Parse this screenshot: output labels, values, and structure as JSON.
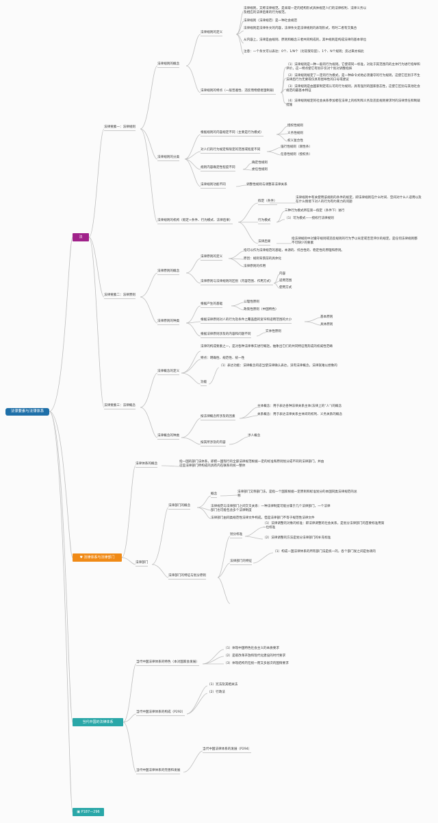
{
  "colors": {
    "root": "#1e6fa8",
    "b_law": "#a0228a",
    "b_system": "#f08a16",
    "b_china": "#2aa7a8",
    "b_pages": "#2aa7a8",
    "wire": "#bdbdbd"
  },
  "root": "法律要素与法律体系",
  "b1": {
    "law": "法",
    "system": "法律体系与法律部门",
    "system_icon": "thumbs-up-icon",
    "china": "当代中国的法律体系",
    "pages": "P187—296",
    "pages_icon": "book-icon"
  },
  "rule": {
    "title": "法律要素一：法律规则",
    "concept": {
      "title": "法律规则的概念",
      "def": {
        "title": "法律规则的定义",
        "items": [
          "法律规则，又称法律规范，是采取一定的结构形式具体规定人们的法律权利、法律义务以及相应的法律后果的行为规范。",
          "法律规则（法律规范）是一种社会规范",
          "法律规则是法律条文的内容，法律条文是法律规则的表现形式，有时二者有交集合",
          "从内容上，法律是由规则、原则和概念三者共同构成的，其中规则是构成法律的基本单位",
          "注意：一个条文可以表达：0个、1/N个（比较受欢迎）、1个、N个规则；反过来亦如此"
        ]
      },
      "feat": {
        "title": "法律规则的特点（一般普遍性、违反而物使者国制裁）",
        "items": [
          "（1）法律规则是一种一般的行为规则。它使得同一标准，对处于其范围内的主体行为进行指导和评价，这一特点使它有别于仅对个别对调整指挥",
          "（2）法律规则规定了一定的行为模式，是一种命令式地必须遵守的行为规则，这使它区别于不生法律后行为无要或仅具有倡导性的口号或建议",
          "（3）法律规则是由国家制定或认可的行为规则，具有强烈的国家意志性，这使它区别与其他社会规范的最基本特征",
          "（4）法律规则规定的社会关系参加者在法律上的权利和义务及违反规则要求时的法律责任和制裁措施"
        ]
      }
    },
    "kinds": {
      "title": "法律规则的分类",
      "by_content": {
        "title": "根据规则的内容规定不同（主要是行为模式）",
        "items": [
          "授权性规则",
          "义务性规则",
          "权义复合性"
        ]
      },
      "by_room": {
        "title": "对人们的行为规定和限定的范围或程度不同",
        "items": [
          "强行性规则（刚性条）",
          "任意性规则（授权条）"
        ]
      },
      "by_clarity": {
        "title": "规则内容确定性程度不同",
        "items": [
          "确定性规则",
          "委任性规则"
        ]
      },
      "by_func": {
        "title": "法律规则功能不同",
        "items": [
          "调整性规则与调整非法律关系"
        ]
      }
    },
    "structure": {
      "title": "法律规则的机构（假定+条件、行为模式、法律后果）",
      "assume": {
        "title": "假定（条件）",
        "text": "法律规则中有关使用该规则的条件的规定，即法律规则在什么时间、空间对什么人适用以及在什么情境下对人的行为有约束力的问题"
      },
      "mode": {
        "title": "行为模式",
        "items": [
          "三种行为模式所在第一假定（条件下）进行",
          "（1）可为模式——授权行法律规则"
        ]
      },
      "result": {
        "title": "法律后果",
        "text": "指法律规则中对遵守规则或违反规则的行为予以肯定或否定评价的规定，是任何法律规则都不可缺少的要素"
      }
    }
  },
  "principle": {
    "title": "法律要素二：法律原则",
    "concept": {
      "title": "法律原则的概念",
      "def": {
        "title": "法律原则的定义",
        "items": [
          "指可以作为法律规范的基础，本源的、综合性的、稳定性的原理和原则。",
          "原因：规则背景前的具体化",
          "法律原则的作用"
        ]
      },
      "diff": {
        "title": "法律原则与法律规则的区别（内容范围、作用方式）",
        "items": [
          "内容",
          "适用范围",
          "使用方式"
        ]
      }
    },
    "kinds": {
      "title": "法律原则的种类",
      "src": {
        "title": "根据产生的基础",
        "items": [
          "公理性原则",
          "政策性原则（中国特色）"
        ]
      },
      "scope": {
        "title": "根据法律原则对人的行为及条件之覆盖面的宽窄和适用范围的大小",
        "items": [
          "基本原则",
          "具体原则"
        ]
      },
      "content": {
        "title": "根据法律原则涉及的内容和问题不同",
        "items": [
          "实体性原则"
        ]
      }
    }
  },
  "concept3": {
    "title": "法律要素三：法律概念",
    "def": {
      "title": "法律概念的定义",
      "items": [
        "法律的构成要素之一，是对各种法律事实进行概括，抽象出它们的共同特征而形成的权威性范畴",
        "特点：明确性、规范性、统一性"
      ],
      "func": {
        "title": "功能",
        "items": [
          "（1）表达功能：法律概念的适当使法律确认表达，没有法律概念，法律就难以想象的"
        ]
      }
    },
    "kinds": {
      "title": "法律概念的种类",
      "by_obj": {
        "title": "按法律概念所涉及的因素",
        "items": [
          "主体概念：用于表达各种法律关系主体(法律上的“人”)的概念",
          "关系概念：用于表达法律关系主体间的权利、义务关系的概念"
        ]
      },
      "by_res": {
        "title": "按其所涉及的内容",
        "items": [
          "涉人概念"
        ]
      }
    }
  },
  "system": {
    "concept": {
      "title": "法律体系的概念",
      "text": "指一国的部门法体系，即把一国现行的全部法律规范根据一定的标准和原则划分成不同的法律部门，并由这些法律部门所构成的具有内在联系的统一整体"
    },
    "dept": {
      "title": "法律部门",
      "concept": {
        "title": "法律部门的概念",
        "label": "概念",
        "items": [
          "法律部门又称部门法，是指一个国家根据一定原则和标准划分的本国同类法律规范的总称",
          "法律规范与法律部门之间交叉关系：一种法律制度可能分属于几个法律部门，一个法律部门也可能包含多个法律制度",
          "法律部门由同类规范性法律文件构成，但是法律部门不等于规范性法律文件"
        ]
      },
      "basis": {
        "title": "法律部门的特征与划分原则",
        "std": {
          "title": "划分标准",
          "items": [
            "（1）法律调整的对象的标准：即法律调整的社会关系，是划分法律部门的首要标准用第一位标准",
            "（2）法律调整的方法是划分法律部门的补充标准"
          ]
        },
        "feat": {
          "title": "法律部门的特征",
          "items": [
            "（1）构成一国法律体系的所有部门法是统一的，各个部门发之间是协调的"
          ]
        }
      }
    }
  },
  "china": {
    "traits": {
      "title": "当代中国法律体系的特色（本对国家会发展）",
      "items": [
        "（1）体现中国特色社会主义的本质要求",
        "（2）是取改革开放和现代化建设的时代要求",
        "（3）体现结构内在统一而又多层次的国情要求"
      ]
    },
    "make": {
      "title": "当代中国法律体系的构成（P292）",
      "items": [
        "（1）宪法及其相关法",
        "（2）行政法"
      ]
    },
    "dev": {
      "title": "当代中国法律体系的完善和发展",
      "items": [
        "当代中国法律体系的发展（P294）"
      ]
    }
  }
}
